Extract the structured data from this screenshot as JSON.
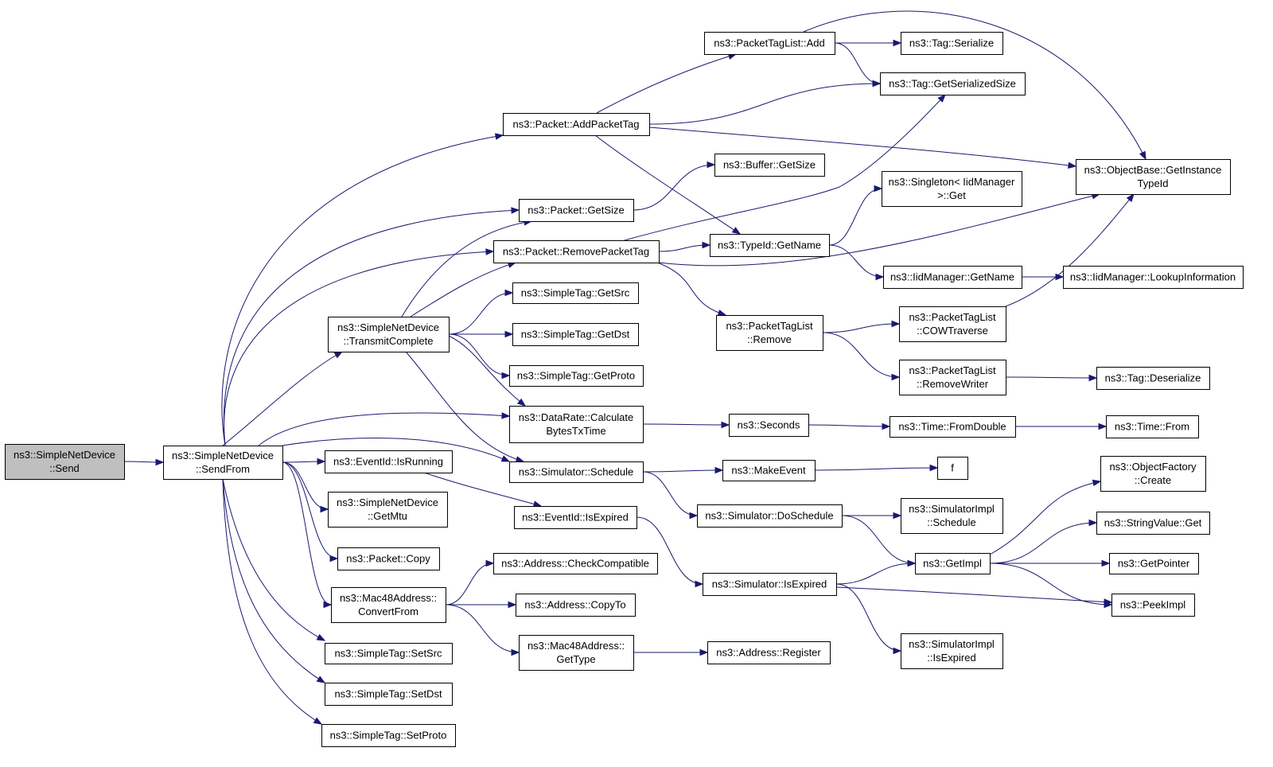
{
  "colors": {
    "edge": "#191970",
    "node_border_default": "#000000",
    "node_border_missing": "#ff0000",
    "root_fill": "#bfbfbf",
    "node_fill": "#ffffff"
  },
  "nodes": [
    {
      "id": "send",
      "lines": [
        "ns3::SimpleNetDevice",
        "::Send"
      ],
      "style": "root"
    },
    {
      "id": "sendfrom",
      "lines": [
        "ns3::SimpleNetDevice",
        "::SendFrom"
      ]
    },
    {
      "id": "addpackettag",
      "lines": [
        "ns3::Packet::AddPacketTag"
      ]
    },
    {
      "id": "getsize",
      "lines": [
        "ns3::Packet::GetSize"
      ]
    },
    {
      "id": "removepackettag",
      "lines": [
        "ns3::Packet::RemovePacketTag"
      ]
    },
    {
      "id": "transmitcomplete",
      "lines": [
        "ns3::SimpleNetDevice",
        "::TransmitComplete"
      ]
    },
    {
      "id": "datarate",
      "lines": [
        "ns3::DataRate::Calculate",
        "BytesTxTime"
      ]
    },
    {
      "id": "schedule",
      "lines": [
        "ns3::Simulator::Schedule"
      ]
    },
    {
      "id": "isrunning",
      "lines": [
        "ns3::EventId::IsRunning"
      ]
    },
    {
      "id": "getmtu",
      "lines": [
        "ns3::SimpleNetDevice",
        "::GetMtu"
      ]
    },
    {
      "id": "packetcopy",
      "lines": [
        "ns3::Packet::Copy"
      ]
    },
    {
      "id": "convertfrom",
      "lines": [
        "ns3::Mac48Address::",
        "ConvertFrom"
      ]
    },
    {
      "id": "setsrc",
      "lines": [
        "ns3::SimpleTag::SetSrc"
      ]
    },
    {
      "id": "setdst",
      "lines": [
        "ns3::SimpleTag::SetDst"
      ]
    },
    {
      "id": "setproto",
      "lines": [
        "ns3::SimpleTag::SetProto"
      ]
    },
    {
      "id": "ptl_add",
      "lines": [
        "ns3::PacketTagList::Add"
      ]
    },
    {
      "id": "tag_serialize",
      "lines": [
        "ns3::Tag::Serialize"
      ]
    },
    {
      "id": "tag_getserializedsize",
      "lines": [
        "ns3::Tag::GetSerializedSize"
      ]
    },
    {
      "id": "objectbase",
      "lines": [
        "ns3::ObjectBase::GetInstance",
        "TypeId"
      ]
    },
    {
      "id": "buffer_getsize",
      "lines": [
        "ns3::Buffer::GetSize"
      ]
    },
    {
      "id": "singleton",
      "lines": [
        "ns3::Singleton< IidManager",
        ">::Get"
      ]
    },
    {
      "id": "typeid_getname",
      "lines": [
        "ns3::TypeId::GetName"
      ]
    },
    {
      "id": "iid_getname",
      "lines": [
        "ns3::IidManager::GetName"
      ]
    },
    {
      "id": "lookupinfo",
      "lines": [
        "ns3::IidManager::LookupInformation"
      ]
    },
    {
      "id": "ptl_remove",
      "lines": [
        "ns3::PacketTagList",
        "::Remove"
      ]
    },
    {
      "id": "cowtraverse",
      "lines": [
        "ns3::PacketTagList",
        "::COWTraverse"
      ]
    },
    {
      "id": "removewriter",
      "lines": [
        "ns3::PacketTagList",
        "::RemoveWriter"
      ]
    },
    {
      "id": "tag_deserialize",
      "lines": [
        "ns3::Tag::Deserialize"
      ]
    },
    {
      "id": "getsrc",
      "lines": [
        "ns3::SimpleTag::GetSrc"
      ]
    },
    {
      "id": "getdst",
      "lines": [
        "ns3::SimpleTag::GetDst"
      ]
    },
    {
      "id": "getproto",
      "lines": [
        "ns3::SimpleTag::GetProto"
      ]
    },
    {
      "id": "seconds",
      "lines": [
        "ns3::Seconds"
      ]
    },
    {
      "id": "fromdouble",
      "lines": [
        "ns3::Time::FromDouble"
      ]
    },
    {
      "id": "time_from",
      "lines": [
        "ns3::Time::From"
      ],
      "style": "missing"
    },
    {
      "id": "makeevent",
      "lines": [
        "ns3::MakeEvent"
      ]
    },
    {
      "id": "f",
      "lines": [
        "f"
      ]
    },
    {
      "id": "doschedule",
      "lines": [
        "ns3::Simulator::DoSchedule"
      ]
    },
    {
      "id": "simimpl_schedule",
      "lines": [
        "ns3::SimulatorImpl",
        "::Schedule"
      ]
    },
    {
      "id": "isexpired",
      "lines": [
        "ns3::EventId::IsExpired"
      ]
    },
    {
      "id": "sim_isexpired",
      "lines": [
        "ns3::Simulator::IsExpired"
      ]
    },
    {
      "id": "getimpl",
      "lines": [
        "ns3::GetImpl"
      ],
      "style": "missing"
    },
    {
      "id": "objectfactory",
      "lines": [
        "ns3::ObjectFactory",
        "::Create"
      ],
      "style": "missing"
    },
    {
      "id": "stringvalue",
      "lines": [
        "ns3::StringValue::Get"
      ]
    },
    {
      "id": "getpointer",
      "lines": [
        "ns3::GetPointer"
      ],
      "style": "missing"
    },
    {
      "id": "peekimpl",
      "lines": [
        "ns3::PeekImpl"
      ]
    },
    {
      "id": "simimpl_isexpired",
      "lines": [
        "ns3::SimulatorImpl",
        "::IsExpired"
      ]
    },
    {
      "id": "checkcompatible",
      "lines": [
        "ns3::Address::CheckCompatible"
      ]
    },
    {
      "id": "copyto",
      "lines": [
        "ns3::Address::CopyTo"
      ]
    },
    {
      "id": "mac_gettype",
      "lines": [
        "ns3::Mac48Address::",
        "GetType"
      ]
    },
    {
      "id": "register",
      "lines": [
        "ns3::Address::Register"
      ]
    }
  ],
  "edges": [
    {
      "from": "send",
      "to": "sendfrom"
    },
    {
      "from": "sendfrom",
      "to": "addpackettag"
    },
    {
      "from": "sendfrom",
      "to": "getsize"
    },
    {
      "from": "sendfrom",
      "to": "removepackettag"
    },
    {
      "from": "sendfrom",
      "to": "transmitcomplete"
    },
    {
      "from": "sendfrom",
      "to": "datarate"
    },
    {
      "from": "sendfrom",
      "to": "schedule"
    },
    {
      "from": "sendfrom",
      "to": "isrunning"
    },
    {
      "from": "sendfrom",
      "to": "getmtu"
    },
    {
      "from": "sendfrom",
      "to": "packetcopy"
    },
    {
      "from": "sendfrom",
      "to": "convertfrom"
    },
    {
      "from": "sendfrom",
      "to": "setsrc"
    },
    {
      "from": "sendfrom",
      "to": "setdst"
    },
    {
      "from": "sendfrom",
      "to": "setproto"
    },
    {
      "from": "addpackettag",
      "to": "ptl_add"
    },
    {
      "from": "addpackettag",
      "to": "tag_getserializedsize"
    },
    {
      "from": "addpackettag",
      "to": "objectbase"
    },
    {
      "from": "addpackettag",
      "to": "typeid_getname"
    },
    {
      "from": "ptl_add",
      "to": "tag_serialize"
    },
    {
      "from": "ptl_add",
      "to": "tag_getserializedsize"
    },
    {
      "from": "ptl_add",
      "to": "objectbase"
    },
    {
      "from": "getsize",
      "to": "buffer_getsize"
    },
    {
      "from": "removepackettag",
      "to": "tag_getserializedsize"
    },
    {
      "from": "removepackettag",
      "to": "typeid_getname"
    },
    {
      "from": "removepackettag",
      "to": "objectbase"
    },
    {
      "from": "removepackettag",
      "to": "ptl_remove"
    },
    {
      "from": "typeid_getname",
      "to": "singleton"
    },
    {
      "from": "typeid_getname",
      "to": "iid_getname"
    },
    {
      "from": "iid_getname",
      "to": "lookupinfo"
    },
    {
      "from": "ptl_remove",
      "to": "cowtraverse"
    },
    {
      "from": "ptl_remove",
      "to": "removewriter"
    },
    {
      "from": "cowtraverse",
      "to": "objectbase"
    },
    {
      "from": "removewriter",
      "to": "tag_deserialize"
    },
    {
      "from": "transmitcomplete",
      "to": "getsize"
    },
    {
      "from": "transmitcomplete",
      "to": "removepackettag"
    },
    {
      "from": "transmitcomplete",
      "to": "getsrc"
    },
    {
      "from": "transmitcomplete",
      "to": "getdst"
    },
    {
      "from": "transmitcomplete",
      "to": "getproto"
    },
    {
      "from": "transmitcomplete",
      "to": "datarate"
    },
    {
      "from": "transmitcomplete",
      "to": "schedule"
    },
    {
      "from": "datarate",
      "to": "seconds"
    },
    {
      "from": "seconds",
      "to": "fromdouble"
    },
    {
      "from": "fromdouble",
      "to": "time_from"
    },
    {
      "from": "schedule",
      "to": "makeevent"
    },
    {
      "from": "makeevent",
      "to": "f"
    },
    {
      "from": "schedule",
      "to": "doschedule"
    },
    {
      "from": "doschedule",
      "to": "simimpl_schedule"
    },
    {
      "from": "doschedule",
      "to": "getimpl"
    },
    {
      "from": "isrunning",
      "to": "isexpired"
    },
    {
      "from": "isexpired",
      "to": "sim_isexpired"
    },
    {
      "from": "sim_isexpired",
      "to": "getimpl"
    },
    {
      "from": "sim_isexpired",
      "to": "peekimpl"
    },
    {
      "from": "sim_isexpired",
      "to": "simimpl_isexpired"
    },
    {
      "from": "getimpl",
      "to": "objectfactory"
    },
    {
      "from": "getimpl",
      "to": "stringvalue"
    },
    {
      "from": "getimpl",
      "to": "getpointer"
    },
    {
      "from": "getimpl",
      "to": "peekimpl"
    },
    {
      "from": "convertfrom",
      "to": "checkcompatible"
    },
    {
      "from": "convertfrom",
      "to": "copyto"
    },
    {
      "from": "convertfrom",
      "to": "mac_gettype"
    },
    {
      "from": "mac_gettype",
      "to": "register"
    }
  ]
}
